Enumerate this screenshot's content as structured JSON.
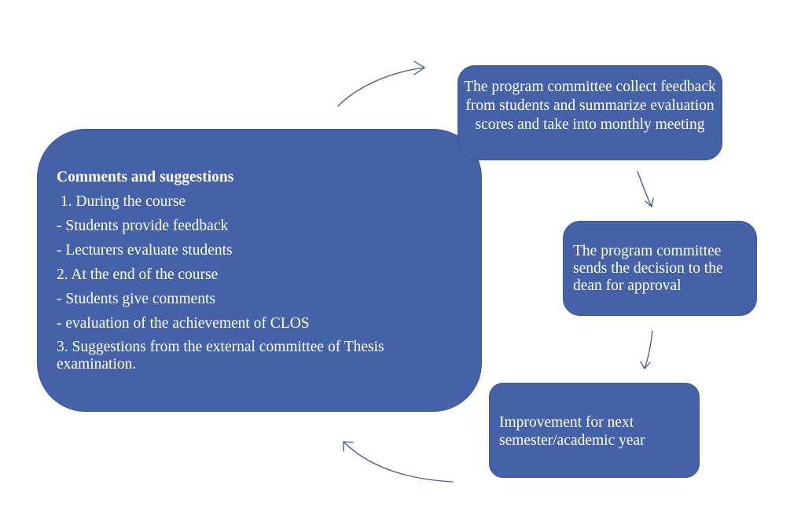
{
  "colors": {
    "box_fill": "#4561a8",
    "box_stroke": "#3c5696",
    "arrow": "#41598f",
    "text": "#ffffff"
  },
  "main_box": {
    "heading": "Comments and suggestions",
    "lines": [
      " 1. During the course",
      "- Students provide feedback",
      "- Lecturers evaluate students",
      "2. At the end of the course",
      "- Students give comments",
      "- evaluation of the achievement of CLOS",
      "3. Suggestions from the external committee of Thesis examination."
    ]
  },
  "step_boxes": [
    {
      "text": "The program committee collect feedback from students and summarize evaluation scores and take into monthly meeting"
    },
    {
      "text": "The program committee sends the decision to the dean for approval"
    },
    {
      "text": "Improvement for next semester/academic year"
    }
  ]
}
